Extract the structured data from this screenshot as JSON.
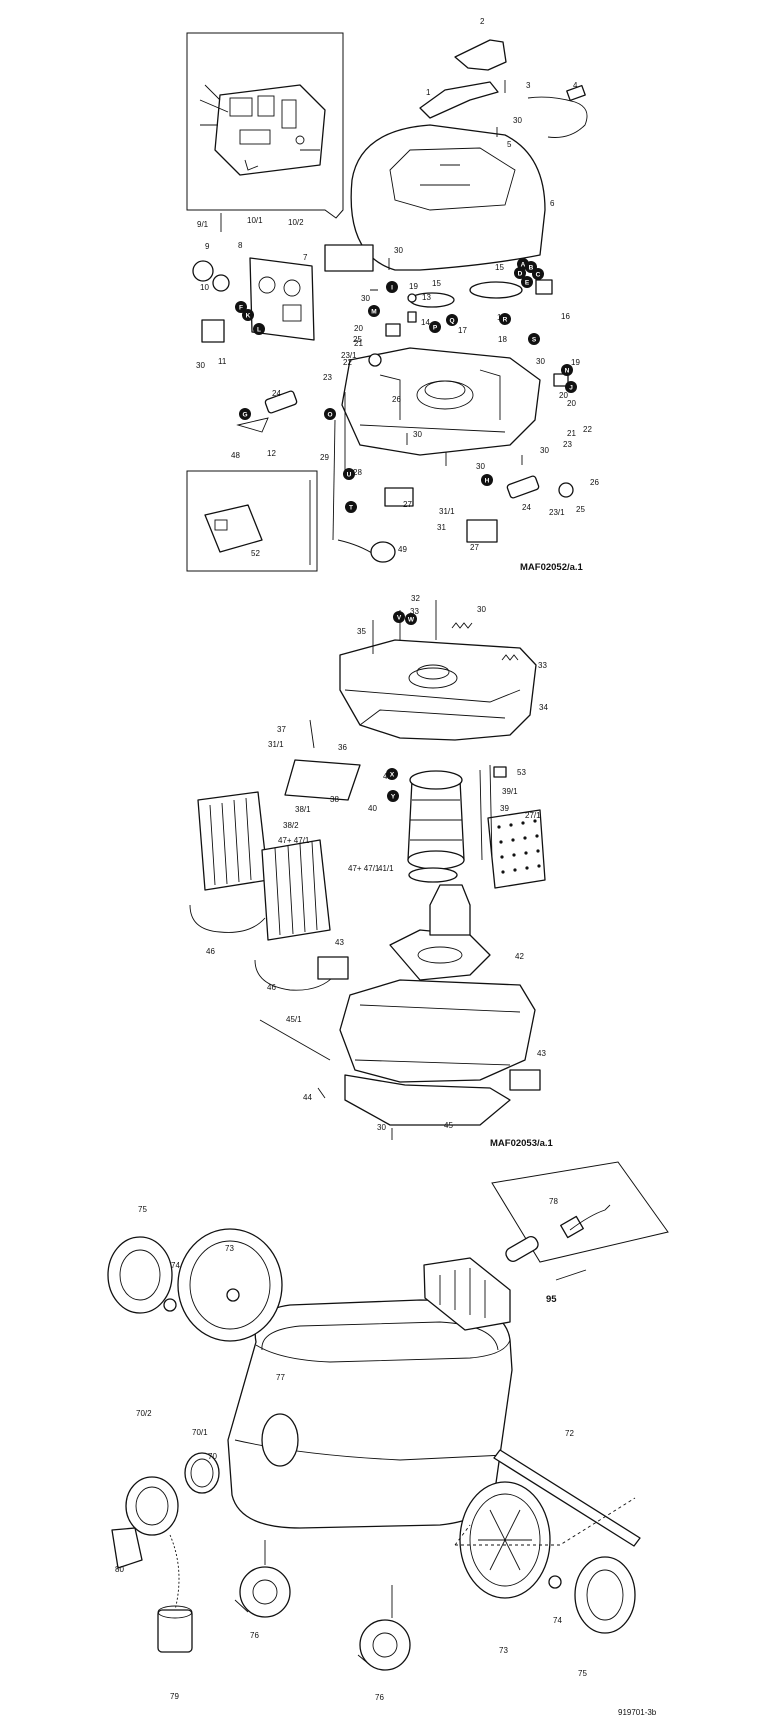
{
  "diagrams": [
    {
      "id": "sec1",
      "reference": "MAF02052/a.1"
    },
    {
      "id": "sec2",
      "reference": "MAF02053/a.1"
    },
    {
      "id": "sec3",
      "reference": "919701-3b"
    }
  ],
  "callouts_section1": [
    {
      "n": "1"
    },
    {
      "n": "2"
    },
    {
      "n": "3"
    },
    {
      "n": "4"
    },
    {
      "n": "5"
    },
    {
      "n": "6"
    },
    {
      "n": "7"
    },
    {
      "n": "8"
    },
    {
      "n": "9"
    },
    {
      "n": "9/1"
    },
    {
      "n": "10"
    },
    {
      "n": "10/1"
    },
    {
      "n": "10/2"
    },
    {
      "n": "11"
    },
    {
      "n": "12"
    },
    {
      "n": "13"
    },
    {
      "n": "14"
    },
    {
      "n": "15"
    },
    {
      "n": "15"
    },
    {
      "n": "16"
    },
    {
      "n": "17"
    },
    {
      "n": "18"
    },
    {
      "n": "18"
    },
    {
      "n": "19"
    },
    {
      "n": "19"
    },
    {
      "n": "20"
    },
    {
      "n": "20"
    },
    {
      "n": "20"
    },
    {
      "n": "21"
    },
    {
      "n": "21"
    },
    {
      "n": "22"
    },
    {
      "n": "22"
    },
    {
      "n": "23"
    },
    {
      "n": "23"
    },
    {
      "n": "23/1"
    },
    {
      "n": "23/1"
    },
    {
      "n": "24"
    },
    {
      "n": "24"
    },
    {
      "n": "25"
    },
    {
      "n": "25"
    },
    {
      "n": "26"
    },
    {
      "n": "26"
    },
    {
      "n": "27"
    },
    {
      "n": "27"
    },
    {
      "n": "28"
    },
    {
      "n": "29"
    },
    {
      "n": "30"
    },
    {
      "n": "30"
    },
    {
      "n": "30"
    },
    {
      "n": "30"
    },
    {
      "n": "30"
    },
    {
      "n": "30"
    },
    {
      "n": "30"
    },
    {
      "n": "30"
    },
    {
      "n": "31"
    },
    {
      "n": "31/1"
    },
    {
      "n": "48"
    },
    {
      "n": "49"
    },
    {
      "n": "52"
    }
  ],
  "callouts_section2": [
    {
      "n": "30"
    },
    {
      "n": "32"
    },
    {
      "n": "33"
    },
    {
      "n": "33"
    },
    {
      "n": "34"
    },
    {
      "n": "35"
    },
    {
      "n": "36"
    },
    {
      "n": "37"
    },
    {
      "n": "31/1"
    },
    {
      "n": "38"
    },
    {
      "n": "38/1"
    },
    {
      "n": "38/2"
    },
    {
      "n": "39"
    },
    {
      "n": "39/1"
    },
    {
      "n": "40"
    },
    {
      "n": "41"
    },
    {
      "n": "41/1"
    },
    {
      "n": "27/1"
    },
    {
      "n": "42"
    },
    {
      "n": "43"
    },
    {
      "n": "43"
    },
    {
      "n": "44"
    },
    {
      "n": "45"
    },
    {
      "n": "45/1"
    },
    {
      "n": "46"
    },
    {
      "n": "46"
    },
    {
      "n": "47+ 47/1"
    },
    {
      "n": "47+ 47/1"
    },
    {
      "n": "53"
    },
    {
      "n": "30"
    }
  ],
  "callouts_section3": [
    {
      "n": "70"
    },
    {
      "n": "70/1"
    },
    {
      "n": "70/2"
    },
    {
      "n": "72"
    },
    {
      "n": "73"
    },
    {
      "n": "73"
    },
    {
      "n": "74"
    },
    {
      "n": "74"
    },
    {
      "n": "75"
    },
    {
      "n": "75"
    },
    {
      "n": "76"
    },
    {
      "n": "76"
    },
    {
      "n": "77"
    },
    {
      "n": "78"
    },
    {
      "n": "79"
    },
    {
      "n": "80"
    },
    {
      "n": "95"
    }
  ],
  "connector_badges": [
    "A",
    "B",
    "C",
    "D",
    "E",
    "F",
    "G",
    "H",
    "I",
    "J",
    "K",
    "L",
    "M",
    "N",
    "O",
    "P",
    "Q",
    "R",
    "S",
    "T",
    "U",
    "V",
    "W",
    "X",
    "Y"
  ]
}
